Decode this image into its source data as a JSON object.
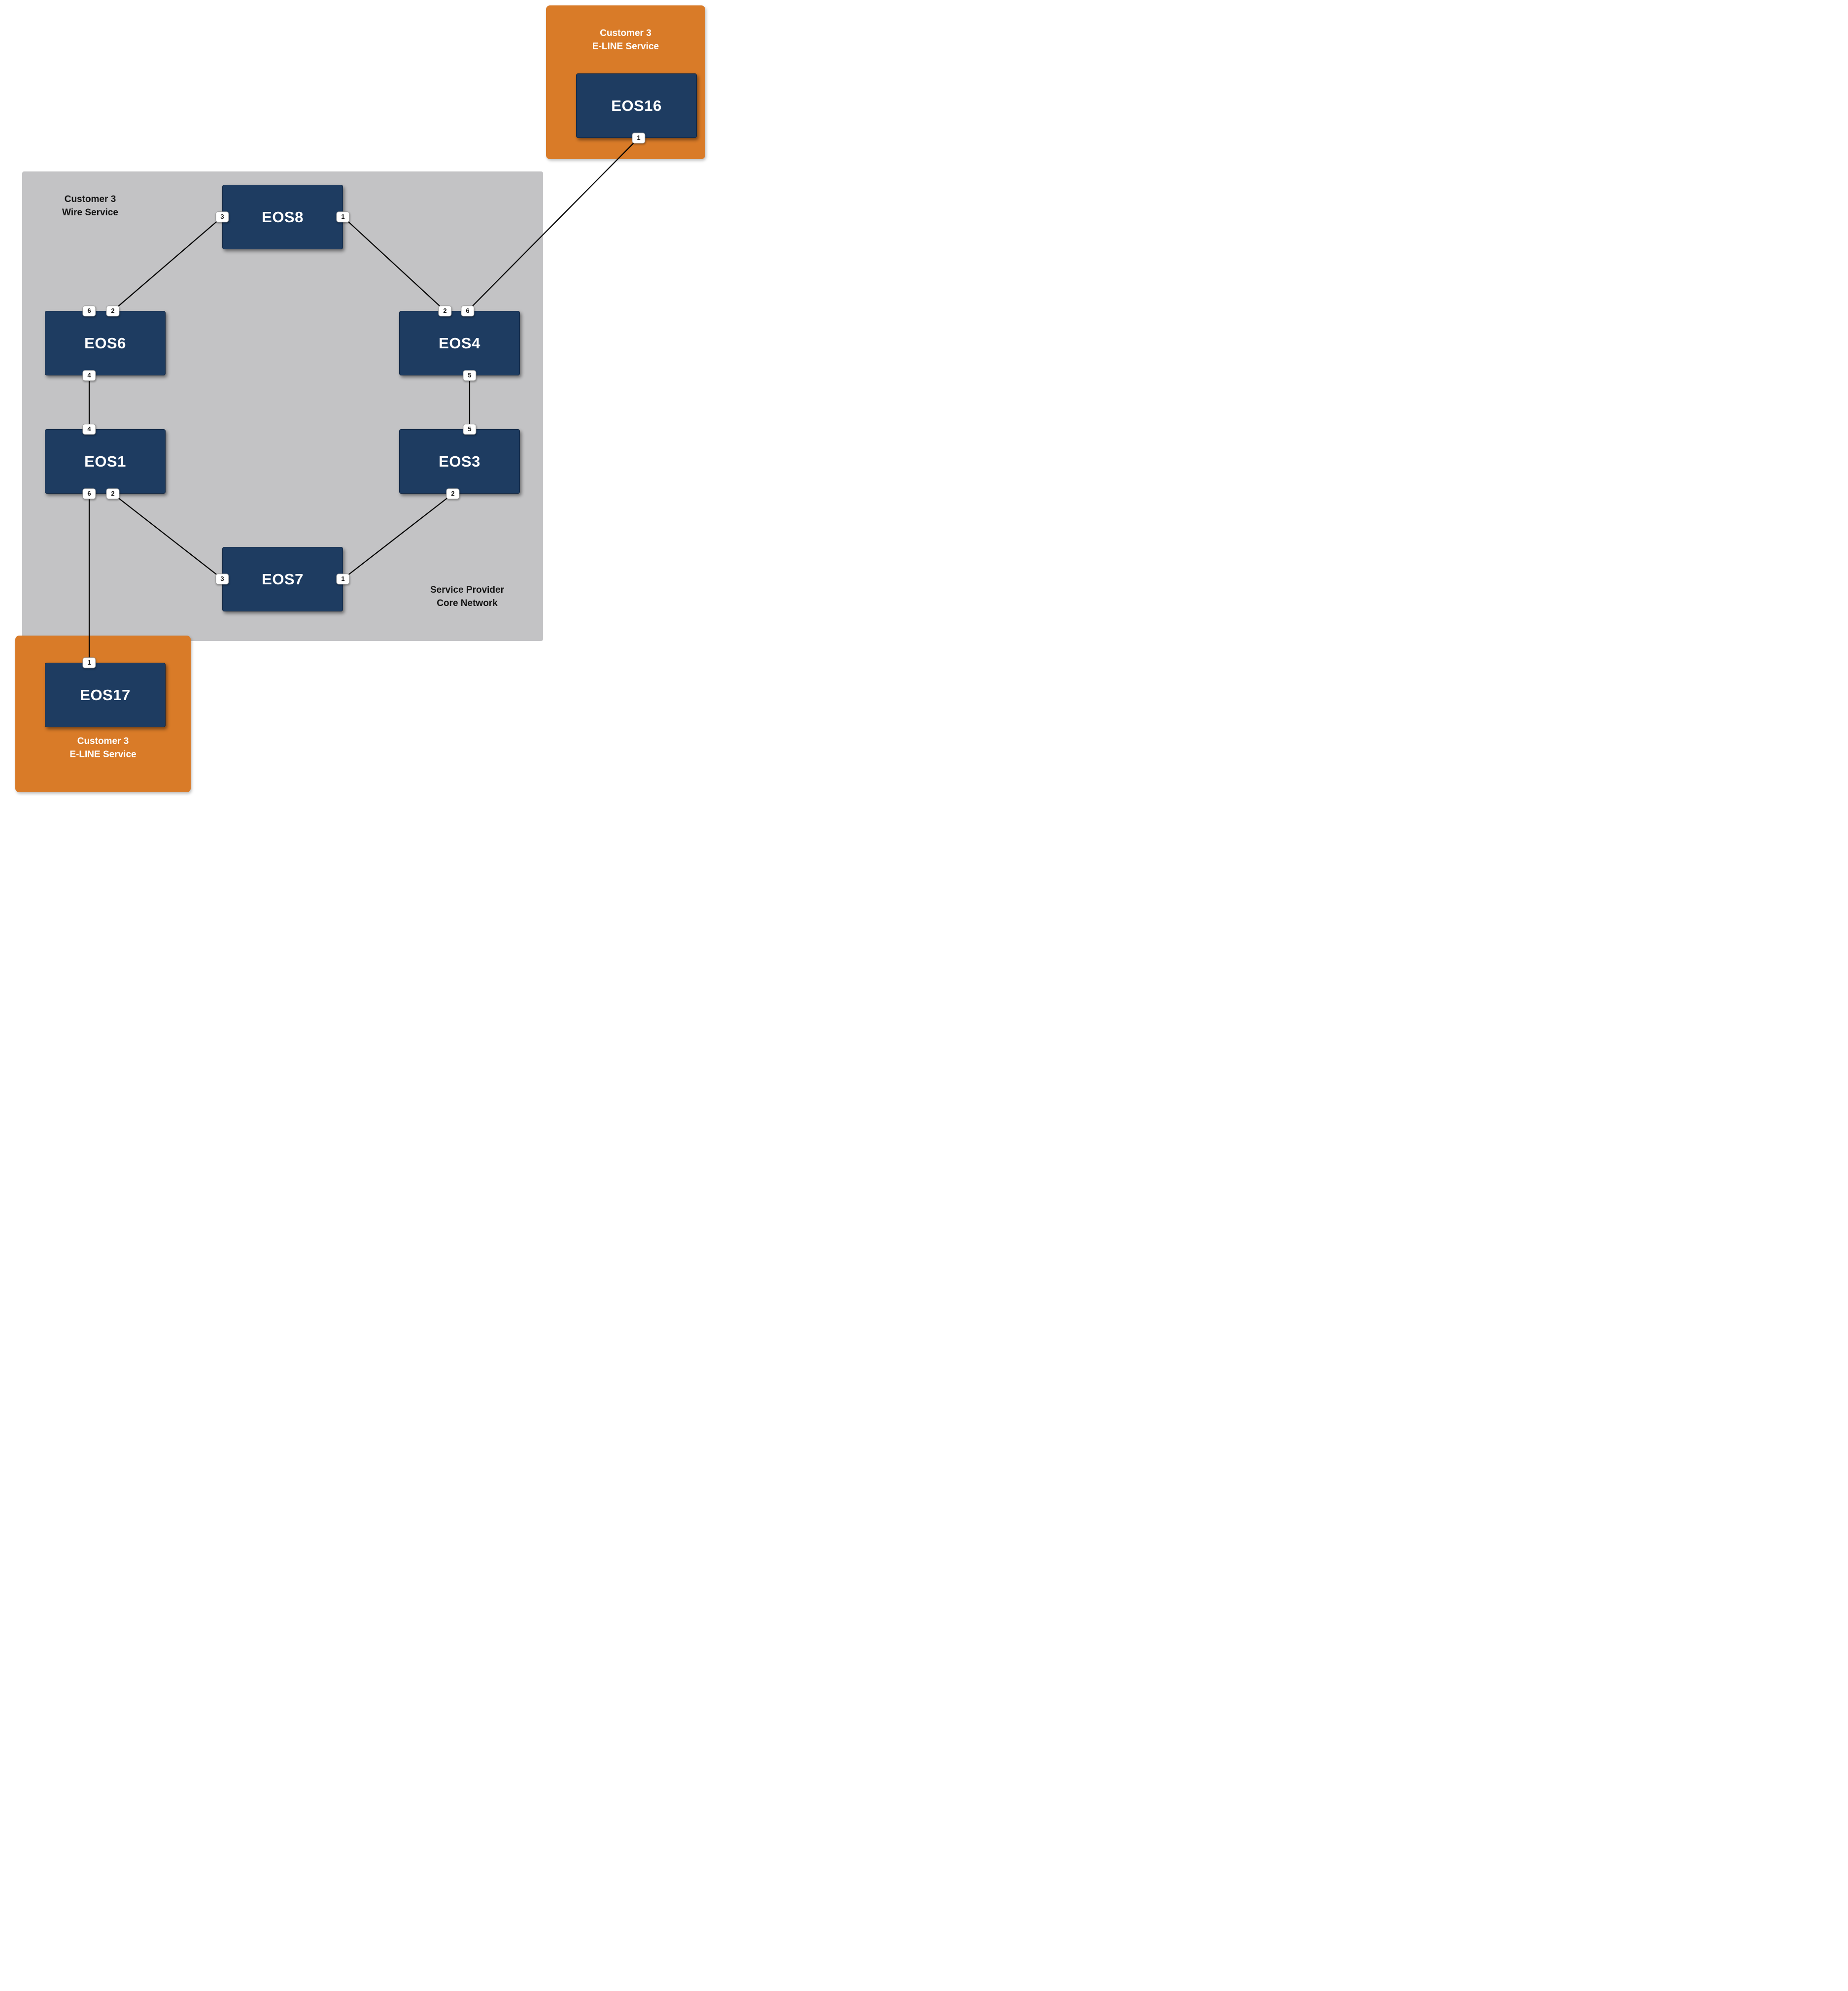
{
  "regions": {
    "core": {
      "corner_label": "Customer 3\nWire Service",
      "name": "Service Provider\nCore Network"
    },
    "eline_top": {
      "name": "Customer 3\nE-LINE Service"
    },
    "eline_bottom": {
      "name": "Customer 3\nE-LINE Service"
    }
  },
  "nodes": {
    "eos8": {
      "label": "EOS8",
      "ports": {
        "p3": "3",
        "p1": "1"
      }
    },
    "eos6": {
      "label": "EOS6",
      "ports": {
        "p6": "6",
        "p2": "2",
        "p4": "4"
      }
    },
    "eos4": {
      "label": "EOS4",
      "ports": {
        "p2": "2",
        "p6": "6",
        "p5": "5"
      }
    },
    "eos1": {
      "label": "EOS1",
      "ports": {
        "p4": "4",
        "p6": "6",
        "p2": "2"
      }
    },
    "eos3": {
      "label": "EOS3",
      "ports": {
        "p5": "5",
        "p2": "2"
      }
    },
    "eos7": {
      "label": "EOS7",
      "ports": {
        "p3": "3",
        "p1": "1"
      }
    },
    "eos16": {
      "label": "EOS16",
      "ports": {
        "p1": "1"
      }
    },
    "eos17": {
      "label": "EOS17",
      "ports": {
        "p1": "1"
      }
    }
  },
  "links": [
    {
      "from": "EOS6 port 2",
      "to": "EOS8 port 3"
    },
    {
      "from": "EOS8 port 1",
      "to": "EOS4 port 2"
    },
    {
      "from": "EOS16 port 1",
      "to": "EOS4 port 6"
    },
    {
      "from": "EOS6 port 4",
      "to": "EOS1 port 4"
    },
    {
      "from": "EOS4 port 5",
      "to": "EOS3 port 5"
    },
    {
      "from": "EOS1 port 2",
      "to": "EOS7 port 3"
    },
    {
      "from": "EOS7 port 1",
      "to": "EOS3 port 2"
    },
    {
      "from": "EOS1 port 6",
      "to": "EOS17 port 1"
    }
  ],
  "colors": {
    "node_fill": "#1e3c61",
    "core_region": "#c3c3c5",
    "eline_region": "#d97b28",
    "link": "#000000"
  }
}
